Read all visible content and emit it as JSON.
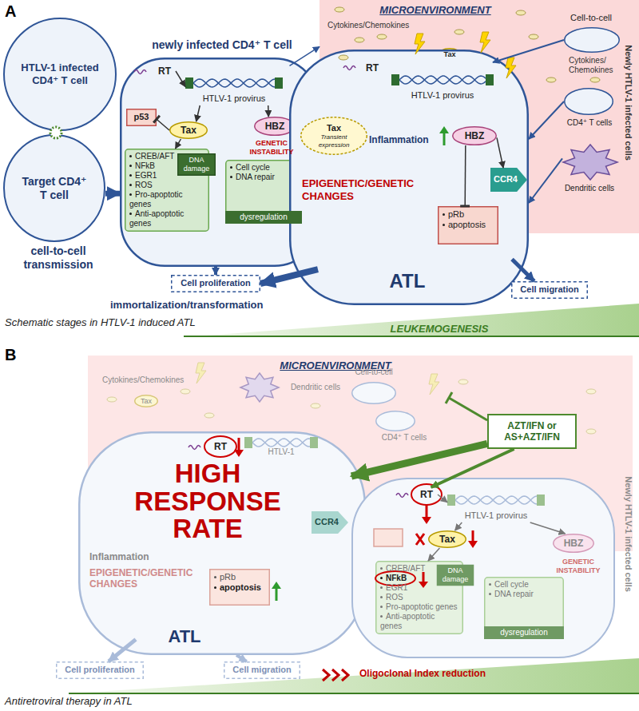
{
  "diagram": {
    "nodes": [
      {
        "text": [
          "HTLV-1 infected CD4⁺ T cell"
        ]
      },
      {
        "text": [
          "Target CD4⁺ T cell"
        ]
      },
      {
        "text": [
          "newly infected CD4⁺ T cell"
        ]
      },
      {
        "text": [
          "RT"
        ],
        "in": 2
      },
      {
        "text": [
          "HTLV-1 provirus"
        ],
        "in": 2
      },
      {
        "text": [
          "p53"
        ],
        "in": 2
      },
      {
        "text": [
          "Tax"
        ],
        "in": 2
      },
      {
        "text": [
          "HBZ"
        ],
        "in": 2
      },
      {
        "text": [
          "CREB/AFT",
          "NFkB",
          "EGR1",
          "ROS",
          "Pro-apoptotic genes",
          "Anti-apoptotic genes"
        ],
        "in": 2
      },
      {
        "text": [
          "DNA damage"
        ],
        "in": 2
      },
      {
        "text": [
          "Cell cycle",
          "DNA repair",
          "dysregulation"
        ],
        "in": 2
      },
      {
        "text": [
          "Cell proliferation"
        ]
      },
      {
        "text": [
          "MICROENVIRONMENT"
        ]
      },
      {
        "text": [
          "Tax"
        ],
        "in": 12
      },
      {
        "text": [
          "Cell-to-cell"
        ],
        "in": 12
      },
      {
        "text": [
          "CD4⁺ T cells"
        ],
        "in": 12
      },
      {
        "text": [
          "Dendritic cells"
        ],
        "in": 12
      },
      {
        "text": [
          "ATL"
        ]
      },
      {
        "text": [
          "RT"
        ],
        "in": 17
      },
      {
        "text": [
          "HTLV-1 provirus"
        ],
        "in": 17
      },
      {
        "text": [
          "Tax",
          "Transient expression"
        ],
        "in": 17
      },
      {
        "text": [
          "HBZ"
        ],
        "in": 17
      },
      {
        "text": [
          "pRb",
          "apoptosis"
        ],
        "in": 17
      },
      {
        "text": [
          "CCR4"
        ],
        "in": 17
      },
      {
        "text": [
          "Cell migration"
        ]
      },
      {
        "text": [
          "LEUKEMOGENESIS"
        ]
      },
      {
        "text": [
          "MICROENVIRONMENT"
        ]
      },
      {
        "text": [
          "Tax"
        ],
        "in": 26
      },
      {
        "text": [
          "Dendritic cells"
        ],
        "in": 26
      },
      {
        "text": [
          "Cell-to-cell"
        ],
        "in": 26
      },
      {
        "text": [
          "CD4⁺ T cells"
        ],
        "in": 26
      },
      {
        "text": [
          "AZT/IFN or AS+AZT/IFN"
        ],
        "in": 26
      },
      {
        "text": [
          "HIGH RESPONSE RATE",
          "ATL"
        ]
      },
      {
        "text": [
          "RT"
        ],
        "in": 32
      },
      {
        "text": [
          "HTLV-1"
        ],
        "in": 32
      },
      {
        "text": [
          "pRb",
          "apoptosis"
        ],
        "in": 32
      },
      {
        "text": [
          "CCR4"
        ],
        "in": 32
      },
      {
        "text": [
          "Cell proliferation"
        ]
      },
      {
        "text": [
          "Cell migration"
        ]
      },
      {
        "text": [
          "GENETIC INSTABILITY"
        ]
      },
      {
        "text": [
          "RT"
        ],
        "in": 39
      },
      {
        "text": [
          "HTLV-1 provirus"
        ],
        "in": 39
      },
      {
        "text": [
          "Tax"
        ],
        "in": 39
      },
      {
        "text": [
          "HBZ"
        ],
        "in": 39
      },
      {
        "text": [
          "CREB/AFT",
          "NFkB",
          "EGR1",
          "ROS",
          "Pro-apoptotic genes",
          "Anti-apoptotic genes"
        ],
        "in": 39
      },
      {
        "text": [
          "DNA damage"
        ],
        "in": 39
      },
      {
        "text": [
          "Cell cycle",
          "DNA repair",
          "dysregulation"
        ],
        "in": 39
      }
    ],
    "edges": [
      {
        "from": 1,
        "to": 2,
        "arrow": "to"
      },
      {
        "from": 3,
        "to": 4,
        "arrow": "to"
      },
      {
        "from": 4,
        "to": 6,
        "arrow": "to"
      },
      {
        "from": 4,
        "to": 7,
        "arrow": "to"
      },
      {
        "from": 6,
        "to": 5,
        "arrow": "none"
      },
      {
        "from": 6,
        "to": 8,
        "arrow": "to"
      },
      {
        "from": 2,
        "to": 11,
        "arrow": "to"
      },
      {
        "from": 2,
        "to": 12,
        "arrow": "to"
      },
      {
        "from": 14,
        "to": 17,
        "arrow": "to"
      },
      {
        "from": 15,
        "to": 17,
        "arrow": "to"
      },
      {
        "from": 16,
        "to": 17,
        "arrow": "to"
      },
      {
        "from": 21,
        "to": 22,
        "arrow": "none"
      },
      {
        "from": 21,
        "to": 23,
        "arrow": "to"
      },
      {
        "from": 17,
        "to": 11,
        "arrow": "to"
      },
      {
        "from": 17,
        "to": 24,
        "arrow": "to"
      },
      {
        "from": 31,
        "to": 32,
        "arrow": "to"
      },
      {
        "from": 31,
        "to": 40,
        "arrow": "to"
      },
      {
        "from": 40,
        "to": 41,
        "arrow": "to"
      },
      {
        "from": 41,
        "to": 42,
        "arrow": "to"
      },
      {
        "from": 41,
        "to": 43,
        "arrow": "to"
      },
      {
        "from": 42,
        "to": 44,
        "arrow": "to"
      },
      {
        "from": 32,
        "to": 37,
        "arrow": "to"
      },
      {
        "from": 32,
        "to": 38,
        "arrow": "to"
      }
    ],
    "labels": [
      "A",
      "cell-to-cell transmission",
      "GENETIC INSTABILITY",
      "immortalization/transformation",
      "Cytokines/Chemokines",
      "Cytokines/ Chemokines",
      "Newly HTLV-1 infected cells",
      "Inflammation",
      "EPIGENETIC/GENETIC CHANGES",
      "Schematic stages in HTLV-1 induced ATL",
      "B",
      "Cytokines/Chemokines",
      "Newly HTLV-1 infected cells",
      "Inflammation",
      "EPIGENETIC/GENETIC CHANGES",
      "Oligoclonal Index reduction",
      "Antiretroviral therapy in ATL"
    ]
  }
}
